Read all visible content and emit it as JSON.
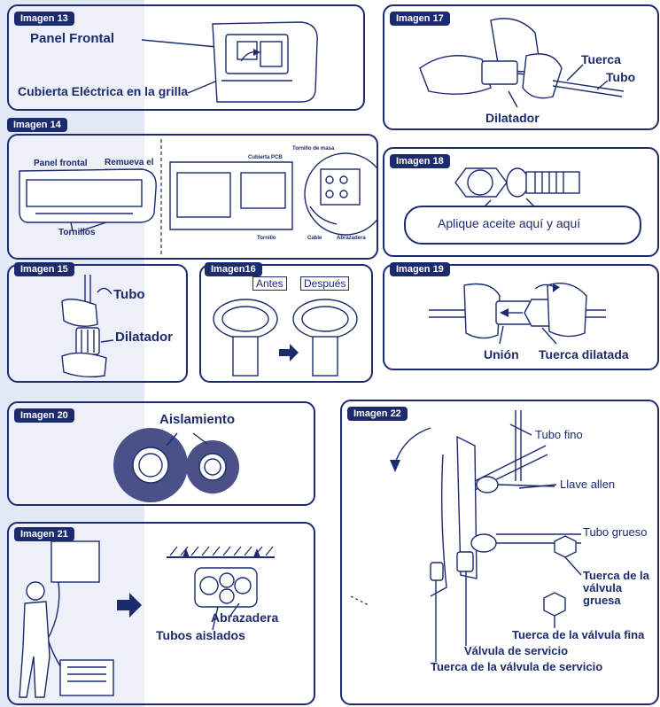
{
  "labels": {
    "img13": "Imagen 13",
    "img14": "Imagen 14",
    "img15": "Imagen 15",
    "img16": "Imagen16",
    "img17": "Imagen 17",
    "img18": "Imagen 18",
    "img19": "Imagen 19",
    "img20": "Imagen 20",
    "img21": "Imagen 21",
    "img22": "Imagen 22"
  },
  "p13": {
    "panel_frontal": "Panel Frontal",
    "cubierta": "Cubierta Eléctrica en la grilla"
  },
  "p14": {
    "panel_frontal": "Panel frontal",
    "remueva": "Remueva el marco",
    "tornillos": "Tornillos",
    "cubierta_pcb": "Cubierta PCB",
    "tornillo_masa": "Tornillo de masa",
    "tornillo": "Tornillo",
    "cable": "Cable",
    "abrazadera": "Abrazadera"
  },
  "p15": {
    "tubo": "Tubo",
    "dilatador": "Dilatador"
  },
  "p16": {
    "antes": "Antes",
    "despues": "Después"
  },
  "p17": {
    "tuerca": "Tuerca",
    "tubo": "Tubo",
    "dilatador": "Dilatador"
  },
  "p18": {
    "aplique": "Aplique aceite aquí y aquí"
  },
  "p19": {
    "union": "Unión",
    "tuerca_dilatada": "Tuerca dilatada"
  },
  "p20": {
    "aislamiento": "Aislamiento"
  },
  "p21": {
    "abrazadera": "Abrazadera",
    "tubos_aislados": "Tubos aislados"
  },
  "p22": {
    "tubo_fino": "Tubo fino",
    "llave_allen": "Llave allen",
    "tubo_grueso": "Tubo grueso",
    "tuerca_valvula_gruesa": "Tuerca de la válvula gruesa",
    "tuerca_valvula_fina": "Tuerca de la válvula fina",
    "valvula_servicio": "Válvula de servicio",
    "tuerca_valvula_servicio": "Tuerca de la válvula de servicio"
  },
  "colors": {
    "ink": "#1c2a6e",
    "band": "#e3e8f5"
  }
}
